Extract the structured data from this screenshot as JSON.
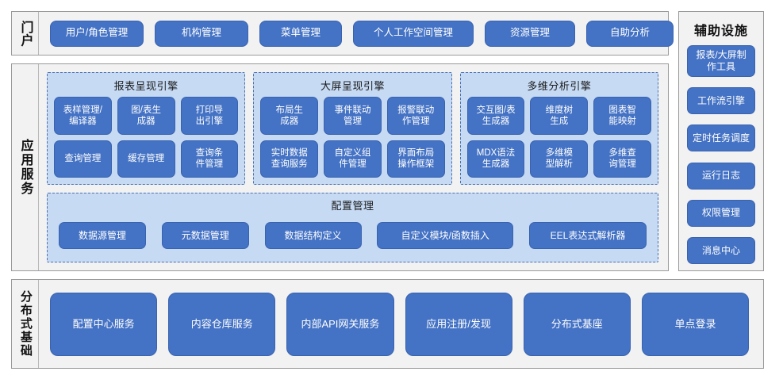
{
  "portal": {
    "label": "门户",
    "buttons": [
      "用户/角色管理",
      "机构管理",
      "菜单管理",
      "个人工作空间管理",
      "资源管理",
      "自助分析"
    ]
  },
  "application_services": {
    "label": "应用服务",
    "engines": [
      {
        "title": "报表呈现引擎",
        "items": [
          "表样管理/\n编译器",
          "图/表生\n成器",
          "打印导\n出引擎",
          "查询管理",
          "缓存管理",
          "查询条\n件管理"
        ]
      },
      {
        "title": "大屏呈现引擎",
        "items": [
          "布局生\n成器",
          "事件联动\n管理",
          "报警联动\n作管理",
          "实时数据\n查询服务",
          "自定义组\n件管理",
          "界面布局\n操作框架"
        ]
      },
      {
        "title": "多维分析引擎",
        "items": [
          "交互图/表\n生成器",
          "维度树\n生成",
          "图表智\n能映射",
          "MDX语法\n生成器",
          "多维模\n型解析",
          "多维查\n询管理"
        ]
      }
    ],
    "config": {
      "title": "配置管理",
      "items": [
        "数据源管理",
        "元数据管理",
        "数据结构定义",
        "自定义模块/函数插入",
        "EEL表达式解析器"
      ]
    }
  },
  "distributed_base": {
    "label": "分布式基础",
    "buttons": [
      "配置中心服务",
      "内容仓库服务",
      "内部API网关服务",
      "应用注册/发现",
      "分布式基座",
      "单点登录"
    ]
  },
  "aux_facilities": {
    "title": "辅助设施",
    "items": [
      "报表/大屏制\n作工具",
      "工作流引擎",
      "定时任务调度",
      "运行日志",
      "权限管理",
      "消息中心"
    ]
  },
  "colors": {
    "button_blue": "#4472C4",
    "panel_gray": "#F2F2F2",
    "engine_blue": "#C6DAF4",
    "border_gray": "#9A9A9A",
    "dashed_border": "#4A6FAE"
  }
}
